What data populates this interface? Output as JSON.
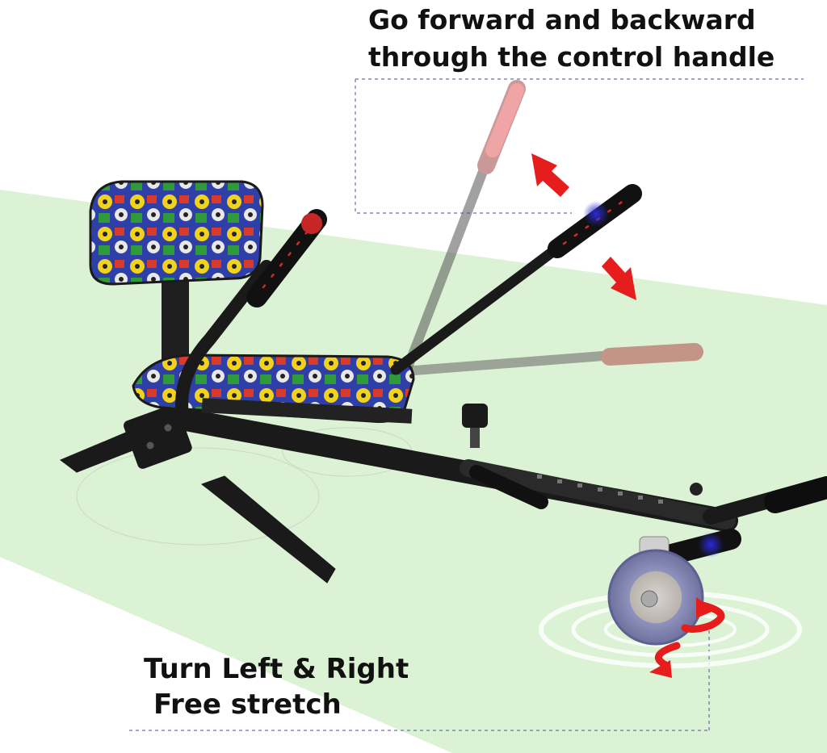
{
  "captions": {
    "top_line1": "Go forward and backward",
    "top_line2": "through the control handle",
    "bottom_line1": "Turn Left & Right",
    "bottom_line2": "Free stretch"
  },
  "colors": {
    "background": "#ffffff",
    "band": "#dcf2d5",
    "frame": "#1a1a1a",
    "grip": "#e02a2a",
    "arrow": "#e51d1d",
    "dashed_guide": "#6b6fb3",
    "wheel": "#8f92bd"
  },
  "icons": [
    "direction-arrow-icon",
    "rotation-arrow-icon"
  ]
}
